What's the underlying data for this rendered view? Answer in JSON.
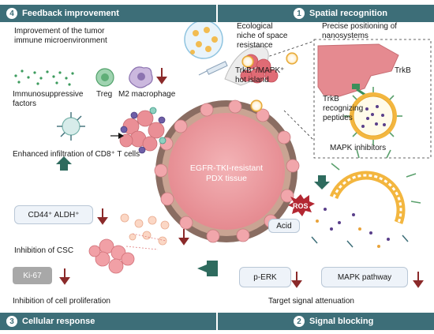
{
  "sections": {
    "s4": {
      "num": "4",
      "title": "Feedback improvement"
    },
    "s1": {
      "num": "1",
      "title": "Spatial recognition"
    },
    "s3": {
      "num": "3",
      "title": "Cellular response"
    },
    "s2": {
      "num": "2",
      "title": "Signal blocking"
    }
  },
  "left": {
    "tumor_env_l1": "Improvement of the tumor",
    "tumor_env_l2": "immune microenvironment",
    "immuno_l1": "Immunosuppressive",
    "immuno_l2": "factors",
    "treg": "Treg",
    "m2": "M2 macrophage",
    "infiltration": "Enhanced infiltration of CD8⁺ T cells",
    "cd44": "CD44⁺  ALDH⁺",
    "csc": "Inhibition of CSC",
    "ki67": "Ki-67",
    "prolif": "Inhibition of cell  proliferation"
  },
  "top": {
    "niche_l1": "Ecological",
    "niche_l2": "niche of space",
    "niche_l3": "resistance",
    "hot_l1": "TrkB⁺/MAPK⁺",
    "hot_l2": "hot island",
    "precise_l1": "Precise positioning of",
    "precise_l2": "nanosystems",
    "trkb": "TrkB",
    "recog_l1": "TrkB",
    "recog_l2": "recognizing",
    "recog_l3": "peptides",
    "mapk_inh": "MAPK inhibitors"
  },
  "center": {
    "l1": "EGFR-TKI-resistant",
    "l2": "PDX tissue",
    "ros": "ROS",
    "acid": "Acid"
  },
  "bottom": {
    "perk": "p-ERK",
    "mapk_pathway": "MAPK pathway",
    "attenuation": "Target signal attenuation"
  },
  "colors": {
    "bar": "#3d6e78",
    "arrow_down": "#8b2a2a",
    "arrow_green": "#2e6b5e",
    "tissue": "#e88f94",
    "tissue_ring": "#8a6d62",
    "nano": "#f3b63f"
  }
}
